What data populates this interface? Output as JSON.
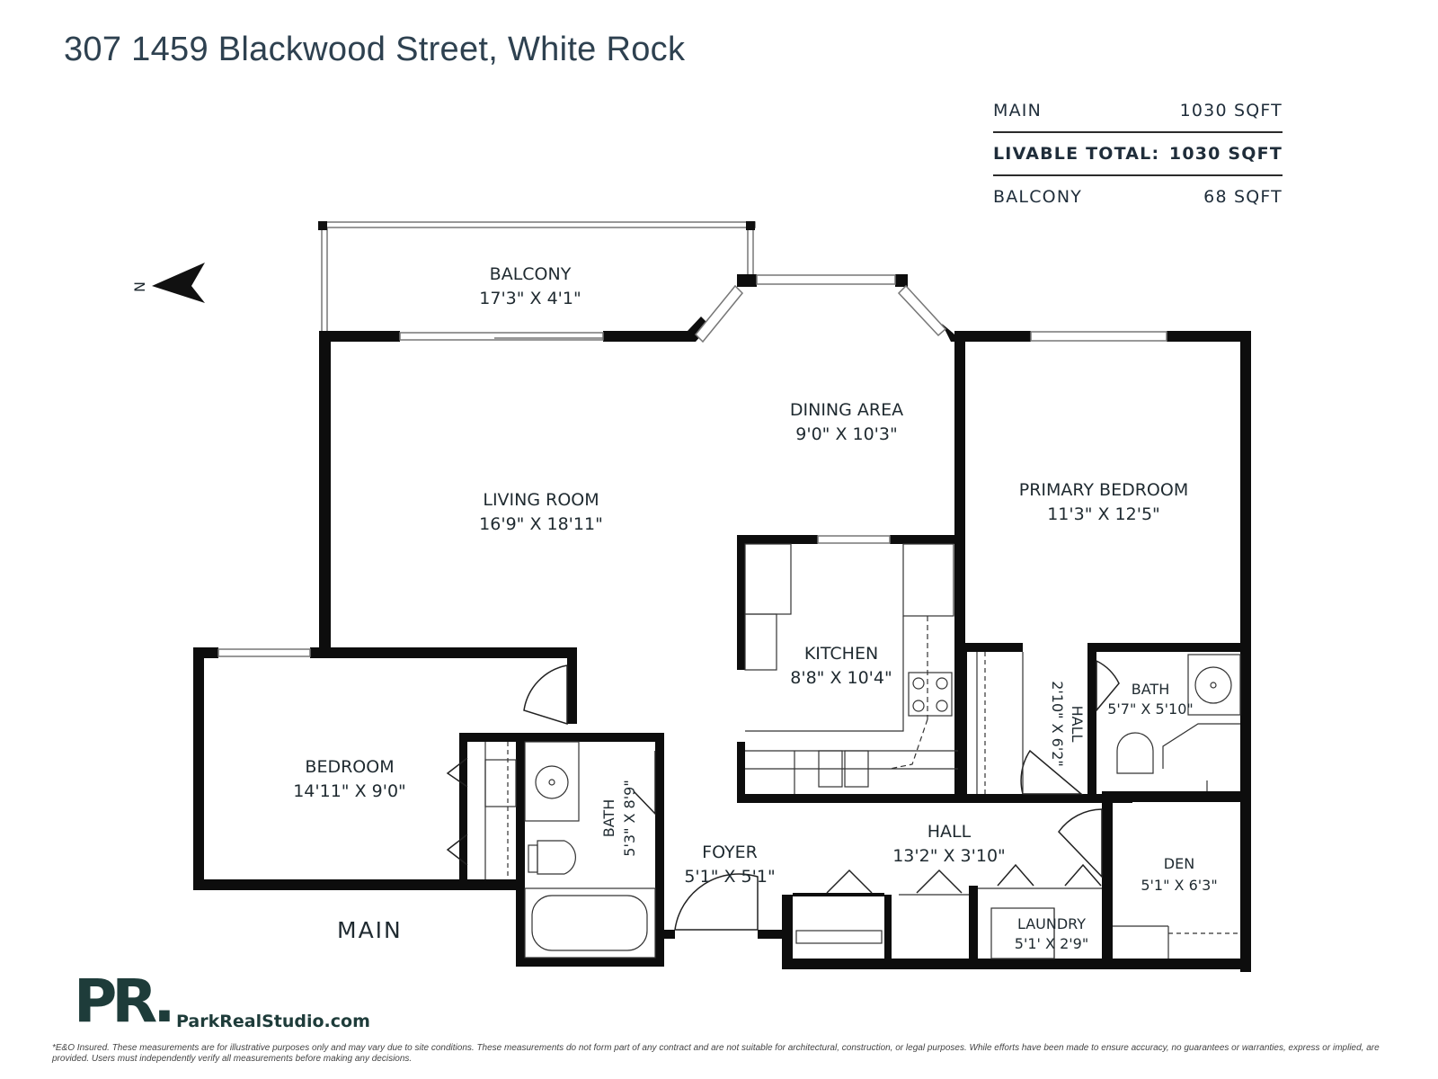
{
  "title": "307 1459 Blackwood Street, White Rock",
  "area_table": {
    "main_label": "MAIN",
    "main_value": "1030 SQFT",
    "livable_label": "LIVABLE TOTAL:",
    "livable_value": "1030 SQFT",
    "balcony_label": "BALCONY",
    "balcony_value": "68 SQFT"
  },
  "compass": {
    "label": "N",
    "icon": "north-arrow-icon"
  },
  "rooms": {
    "balcony": {
      "name": "BALCONY",
      "dims": "17'3\" X 4'1\""
    },
    "dining": {
      "name": "DINING AREA",
      "dims": "9'0\" X 10'3\""
    },
    "living": {
      "name": "LIVING ROOM",
      "dims": "16'9\" X 18'11\""
    },
    "primary_bedroom": {
      "name": "PRIMARY BEDROOM",
      "dims": "11'3\" X 12'5\""
    },
    "kitchen": {
      "name": "KITCHEN",
      "dims": "8'8\" X 10'4\""
    },
    "bedroom": {
      "name": "BEDROOM",
      "dims": "14'11\" X 9'0\""
    },
    "bath_main": {
      "name": "BATH",
      "dims": "5'3\" X 8'9\""
    },
    "bath_ensuite": {
      "name": "BATH",
      "dims": "5'7\" X 5'10\""
    },
    "hall_small": {
      "name": "HALL",
      "dims": "2'10\" X 6'2\""
    },
    "hall": {
      "name": "HALL",
      "dims": "13'2\" X 3'10\""
    },
    "foyer": {
      "name": "FOYER",
      "dims": "5'1\" X 5'1\""
    },
    "den": {
      "name": "DEN",
      "dims": "5'1\" X 6'3\""
    },
    "laundry": {
      "name": "LAUNDRY",
      "dims": "5'1' X 2'9\""
    }
  },
  "floor_label": "MAIN",
  "brand": {
    "logo_text": "PR.",
    "url": "ParkRealStudio.com"
  },
  "disclaimer": "*E&O Insured. These measurements are for illustrative purposes only and may vary due to site conditions. These measurements do not form part of any contract and are not suitable for architectural, construction, or legal purposes. While efforts have been made to ensure accuracy, no guarantees or warranties, express or implied, are provided. Users must independently verify all measurements before making any decisions.",
  "colors": {
    "wall": "#0d0d0d",
    "text": "#1f2a30",
    "title": "#2e4150",
    "brand": "#1e3c3a"
  }
}
